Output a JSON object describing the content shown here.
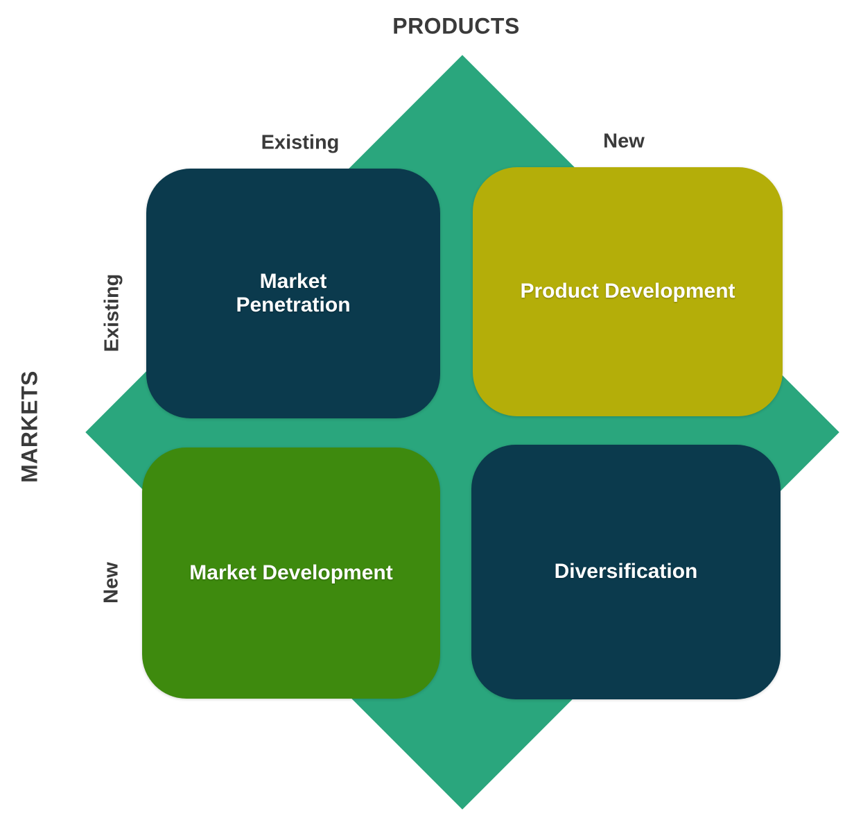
{
  "diagram": {
    "name": "ansoff-matrix"
  },
  "axes": {
    "products_title": "PRODUCTS",
    "markets_title": "MARKETS",
    "products_existing": "Existing",
    "products_new": "New",
    "markets_existing": "Existing",
    "markets_new": "New"
  },
  "quadrants": {
    "market_penetration": {
      "label": "Market\nPenetration",
      "color": "#0b3a4d"
    },
    "product_development": {
      "label": "Product Development",
      "color": "#b4ae09"
    },
    "market_development": {
      "label": "Market Development",
      "color": "#3e8a0e"
    },
    "diversification": {
      "label": "Diversification",
      "color": "#0b3a4d"
    }
  },
  "colors": {
    "diamond": "#2aa67d",
    "axis_text": "#3a3a3a",
    "quadrant_text": "#ffffff",
    "background": "#ffffff"
  }
}
